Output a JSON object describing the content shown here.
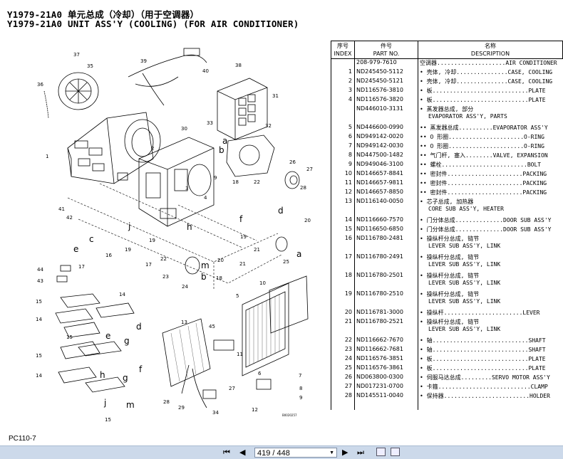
{
  "header": {
    "title_cn": "Y1979-21A0 单元总成（冷却）（用于空调器）",
    "title_en": "Y1979-21A0 UNIT ASS'Y (COOLING) (FOR AIR CONDITIONER)"
  },
  "table": {
    "headers": {
      "index_cn": "序号",
      "index_en": "INDEX",
      "part_cn": "件号",
      "part_en": "PART NO.",
      "desc_cn": "名称",
      "desc_en": "DESCRIPTION"
    },
    "rows": [
      {
        "index": "",
        "part": "208-979-7610",
        "desc": "空调器....................AIR CONDITIONER",
        "desc2": ""
      },
      {
        "index": "1",
        "part": "ND245450-5112",
        "desc": "• 壳体, 冷却...............CASE, COOLING",
        "desc2": ""
      },
      {
        "index": "2",
        "part": "ND245450-5121",
        "desc": "• 壳体, 冷却...............CASE, COOLING",
        "desc2": ""
      },
      {
        "index": "3",
        "part": "ND116576-3810",
        "desc": "• 板............................PLATE",
        "desc2": ""
      },
      {
        "index": "4",
        "part": "ND116576-3820",
        "desc": "• 板............................PLATE",
        "desc2": ""
      },
      {
        "index": "",
        "part": "ND446010-3131",
        "desc": "• 蒸发器总成, 部分",
        "desc2": "EVAPORATOR ASS'Y, PARTS"
      },
      {
        "index": "5",
        "part": "ND446600-0990",
        "desc": "•• 蒸发器总成..........EVAPORATOR ASS'Y",
        "desc2": ""
      },
      {
        "index": "6",
        "part": "ND949142-0020",
        "desc": "•• O 形圈......................O-RING",
        "desc2": ""
      },
      {
        "index": "7",
        "part": "ND949142-0030",
        "desc": "•• O 形圈......................O-RING",
        "desc2": ""
      },
      {
        "index": "8",
        "part": "ND447500-1482",
        "desc": "•• 气门杆, 塞入........VALVE, EXPANSION",
        "desc2": ""
      },
      {
        "index": "9",
        "part": "ND949046-3100",
        "desc": "•• 螺栓.........................BOLT",
        "desc2": ""
      },
      {
        "index": "10",
        "part": "ND146657-8841",
        "desc": "•• 密封件......................PACKING",
        "desc2": ""
      },
      {
        "index": "11",
        "part": "ND146657-9811",
        "desc": "•• 密封件......................PACKING",
        "desc2": ""
      },
      {
        "index": "12",
        "part": "ND146657-8850",
        "desc": "•• 密封件......................PACKING",
        "desc2": ""
      },
      {
        "index": "13",
        "part": "ND116140-0050",
        "desc": "• 芯子总成, 加热器",
        "desc2": "CORE SUB ASS'Y, HEATER"
      },
      {
        "index": "14",
        "part": "ND116660-7570",
        "desc": "• 门分体总成..............DOOR SUB ASS'Y",
        "desc2": ""
      },
      {
        "index": "15",
        "part": "ND116650-6850",
        "desc": "• 门分体总成..............DOOR SUB ASS'Y",
        "desc2": ""
      },
      {
        "index": "16",
        "part": "ND116780-2481",
        "desc": "• 操纵杆分总成, 链节",
        "desc2": "LEVER SUB ASS'Y, LINK"
      },
      {
        "index": "17",
        "part": "ND116780-2491",
        "desc": "• 操纵杆分总成, 链节",
        "desc2": "LEVER SUB ASS'Y, LINK"
      },
      {
        "index": "18",
        "part": "ND116780-2501",
        "desc": "• 操纵杆分总成, 链节",
        "desc2": "LEVER SUB ASS'Y, LINK"
      },
      {
        "index": "19",
        "part": "ND116780-2510",
        "desc": "• 操纵杆分总成, 链节",
        "desc2": "LEVER SUB ASS'Y, LINK"
      },
      {
        "index": "20",
        "part": "ND116781-3000",
        "desc": "• 操纵杆.......................LEVER",
        "desc2": ""
      },
      {
        "index": "21",
        "part": "ND116780-2521",
        "desc": "• 操纵杆分总成, 链节",
        "desc2": "LEVER SUB ASS'Y, LINK"
      },
      {
        "index": "22",
        "part": "ND116662-7670",
        "desc": "• 轴............................SHAFT",
        "desc2": ""
      },
      {
        "index": "23",
        "part": "ND116662-7681",
        "desc": "• 轴............................SHAFT",
        "desc2": ""
      },
      {
        "index": "24",
        "part": "ND116576-3851",
        "desc": "• 板............................PLATE",
        "desc2": ""
      },
      {
        "index": "25",
        "part": "ND116576-3861",
        "desc": "• 板............................PLATE",
        "desc2": ""
      },
      {
        "index": "26",
        "part": "ND063800-0300",
        "desc": "• 伺服马达总成.........SERVO MOTOR ASS'Y",
        "desc2": ""
      },
      {
        "index": "27",
        "part": "ND017231-0700",
        "desc": "• 卡箍...........................CLAMP",
        "desc2": ""
      },
      {
        "index": "28",
        "part": "ND145511-0040",
        "desc": "• 保持器.........................HOLDER",
        "desc2": ""
      }
    ]
  },
  "diagram": {
    "callouts": [
      "1",
      "2",
      "3",
      "4",
      "5",
      "6",
      "7",
      "8",
      "9",
      "10",
      "11",
      "12",
      "13",
      "14",
      "15",
      "16",
      "17",
      "18",
      "19",
      "20",
      "21",
      "22",
      "23",
      "24",
      "25",
      "26",
      "27",
      "28",
      "29",
      "30",
      "31",
      "32",
      "33",
      "34",
      "35",
      "36",
      "37",
      "38",
      "39",
      "40",
      "41",
      "42",
      "43",
      "44",
      "45"
    ],
    "letters": [
      "a",
      "b",
      "c",
      "d",
      "e",
      "f",
      "g",
      "h",
      "j",
      "m"
    ],
    "drawing_number": "B0020257"
  },
  "footer": {
    "model": "PC110-7"
  },
  "toolbar": {
    "page_display": "419 / 448",
    "icons": [
      "first-page-icon",
      "previous-page-icon",
      "next-page-icon",
      "last-page-icon",
      "fit-page-icon",
      "fit-width-icon"
    ]
  }
}
